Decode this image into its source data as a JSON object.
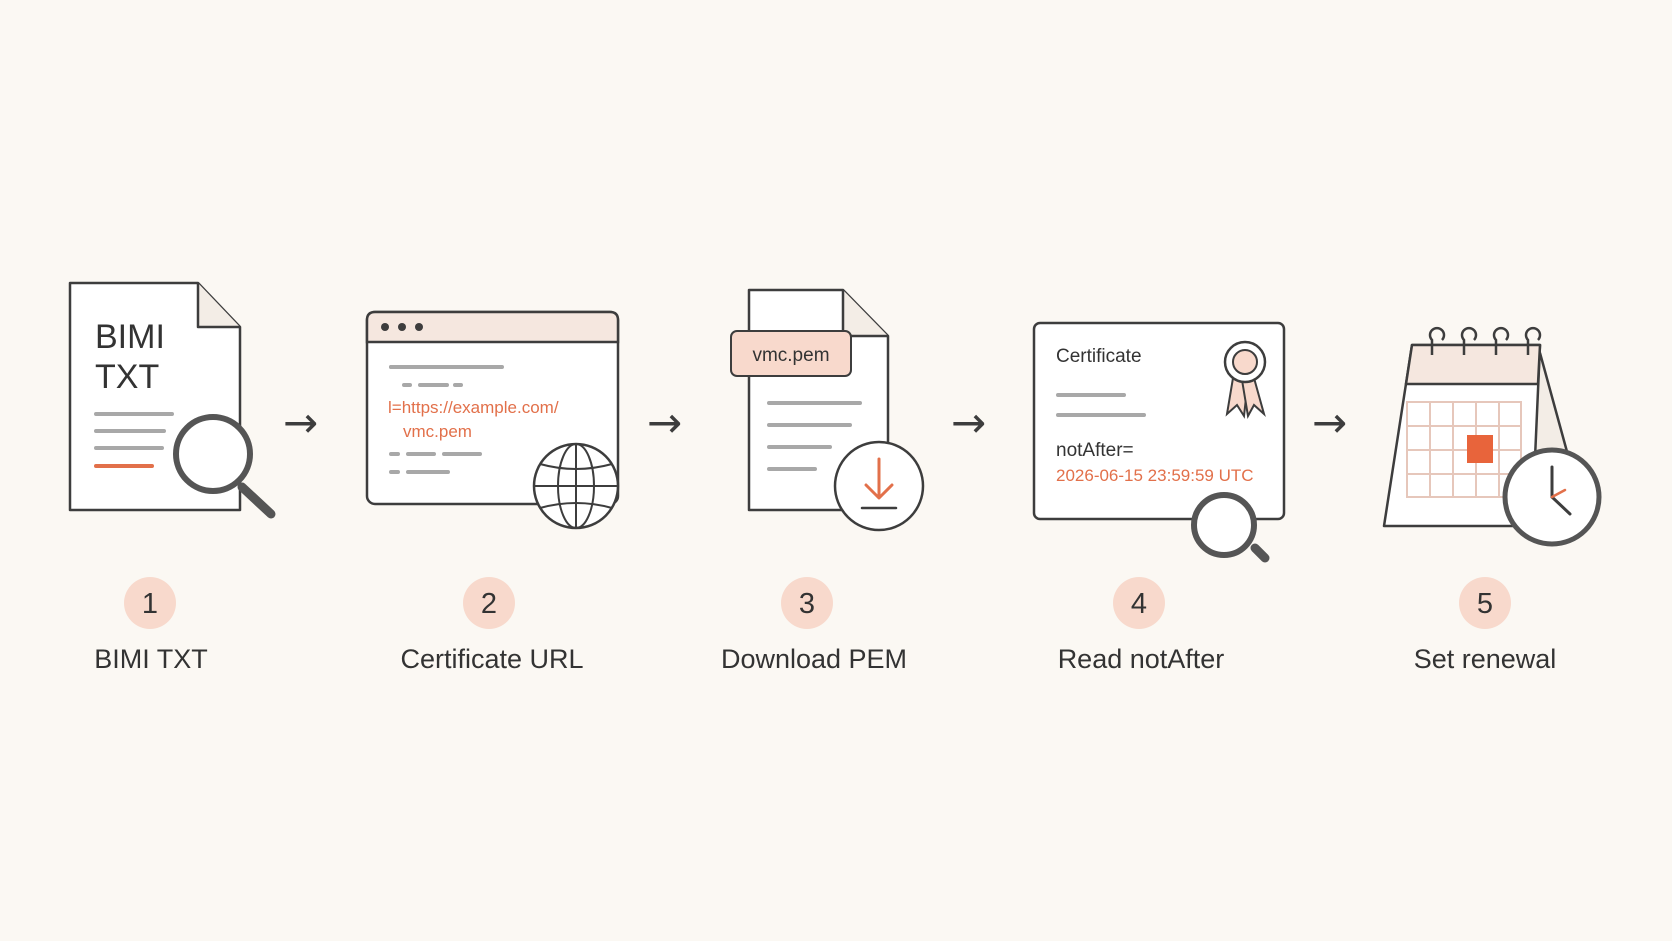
{
  "colors": {
    "background": "#fbf8f3",
    "stroke": "#3d3d3d",
    "accent": "#e2704a",
    "badge": "#f8d9cc",
    "panel": "#ffffff",
    "line_gray": "#a8a8a8"
  },
  "steps": [
    {
      "number": "1",
      "label": "BIMI TXT",
      "icon": "document-search-icon"
    },
    {
      "number": "2",
      "label": "Certificate URL",
      "icon": "browser-globe-icon"
    },
    {
      "number": "3",
      "label": "Download PEM",
      "icon": "file-download-icon"
    },
    {
      "number": "4",
      "label": "Read notAfter",
      "icon": "certificate-search-icon"
    },
    {
      "number": "5",
      "label": "Set renewal",
      "icon": "calendar-clock-icon"
    }
  ],
  "doc": {
    "title_line1": "BIMI",
    "title_line2": "TXT"
  },
  "browser": {
    "url_line1": "l=https://example.com/",
    "url_line2": "vmc.pem"
  },
  "pem": {
    "filename": "vmc.pem"
  },
  "certificate": {
    "title": "Certificate",
    "field": "notAfter=",
    "value": "2026-06-15 23:59:59 UTC"
  },
  "arrow_glyph": "→"
}
